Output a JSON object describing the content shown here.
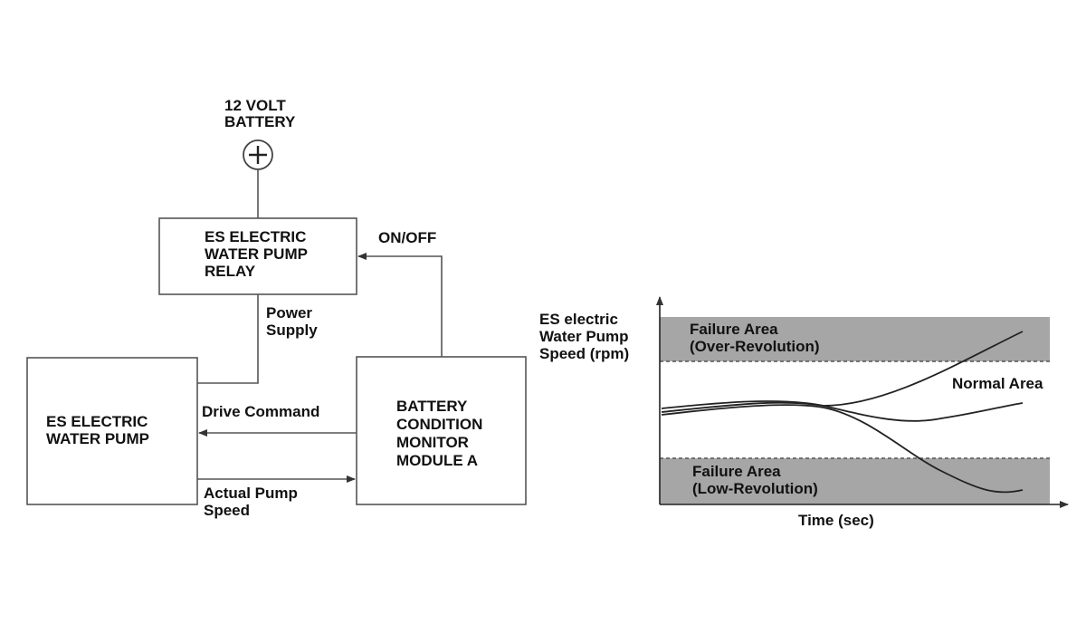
{
  "battery": {
    "line1": "12 VOLT",
    "line2": "BATTERY",
    "icon": "plus-terminal-icon"
  },
  "relay": {
    "line1": "ES ELECTRIC",
    "line2": "WATER PUMP",
    "line3": "RELAY"
  },
  "pump": {
    "line1": "ES ELECTRIC",
    "line2": "WATER PUMP"
  },
  "module": {
    "line1": "BATTERY",
    "line2": "CONDITION",
    "line3": "MONITOR",
    "line4": "MODULE A"
  },
  "signals": {
    "on_off": "ON/OFF",
    "power_line1": "Power",
    "power_line2": "Supply",
    "drive_command": "Drive Command",
    "actual_line1": "Actual Pump",
    "actual_line2": "Speed"
  },
  "graph": {
    "ylabel_line1": "ES electric",
    "ylabel_line2": "Water Pump",
    "ylabel_line3": "Speed (rpm)",
    "xlabel": "Time (sec)",
    "over_line1": "Failure Area",
    "over_line2": "(Over-Revolution)",
    "normal": "Normal Area",
    "low_line1": "Failure Area",
    "low_line2": "(Low-Revolution)",
    "band_color": "#a6a6a6"
  }
}
